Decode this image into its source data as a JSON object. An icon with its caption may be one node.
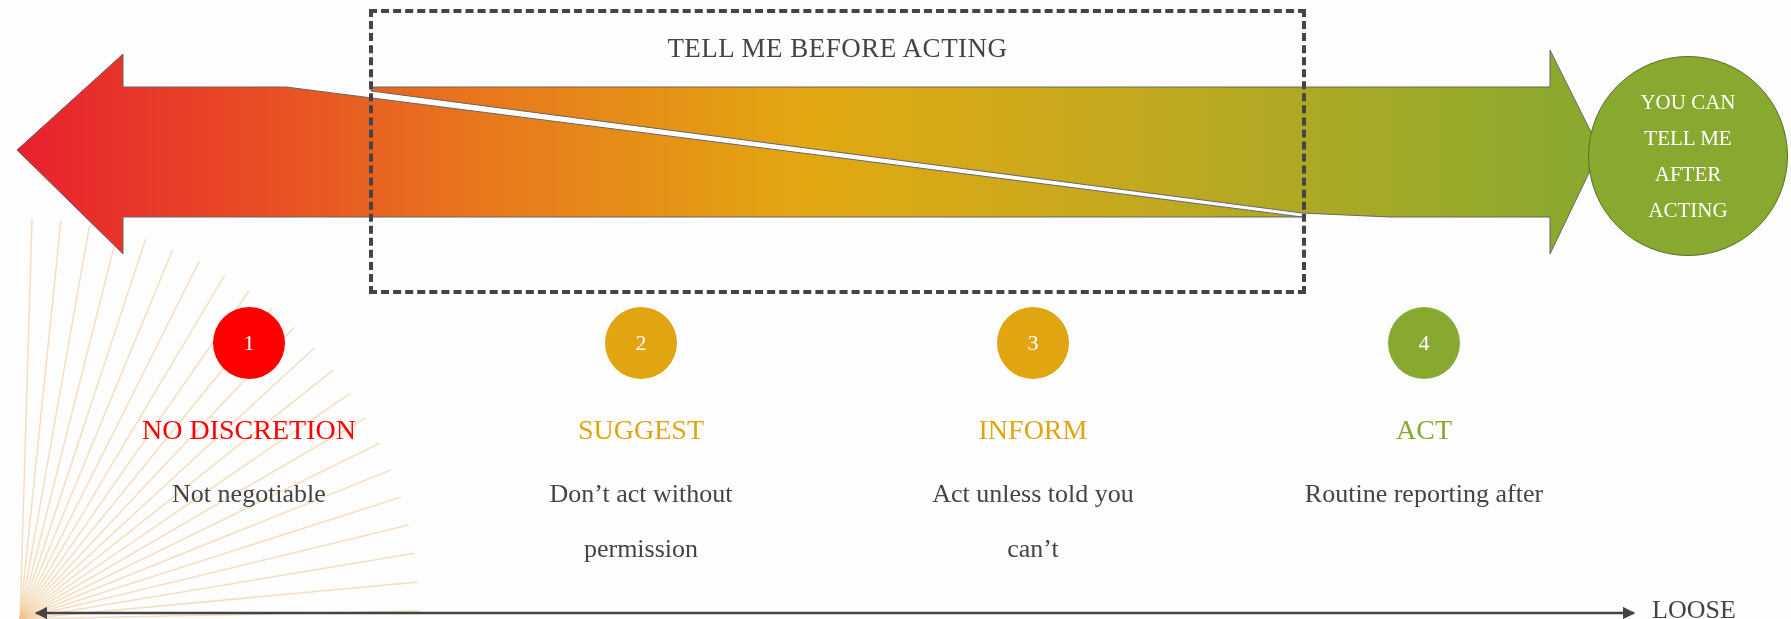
{
  "diagram": {
    "nodes": [
      {
        "text": [
          "TELL ME BEFORE ACTING"
        ]
      },
      {
        "text": [
          "YOU CAN TELL ME AFTER ACTING"
        ]
      },
      {
        "text": [
          "1"
        ],
        "beside": [
          "NO DISCRETION",
          "Not negotiable"
        ]
      },
      {
        "text": [
          "2"
        ],
        "beside": [
          "SUGGEST",
          "Don’t act without permission"
        ]
      },
      {
        "text": [
          "3"
        ],
        "beside": [
          "INFORM",
          "Act unless told you can’t"
        ]
      },
      {
        "text": [
          "4"
        ],
        "beside": [
          "ACT",
          "Routine reporting after"
        ]
      }
    ],
    "edges": [
      {
        "from": 0,
        "to": 1,
        "arrow": "to"
      },
      {
        "from": 0,
        "to": null,
        "arrow": "to"
      }
    ],
    "labels": [
      "LOOSE"
    ]
  }
}
